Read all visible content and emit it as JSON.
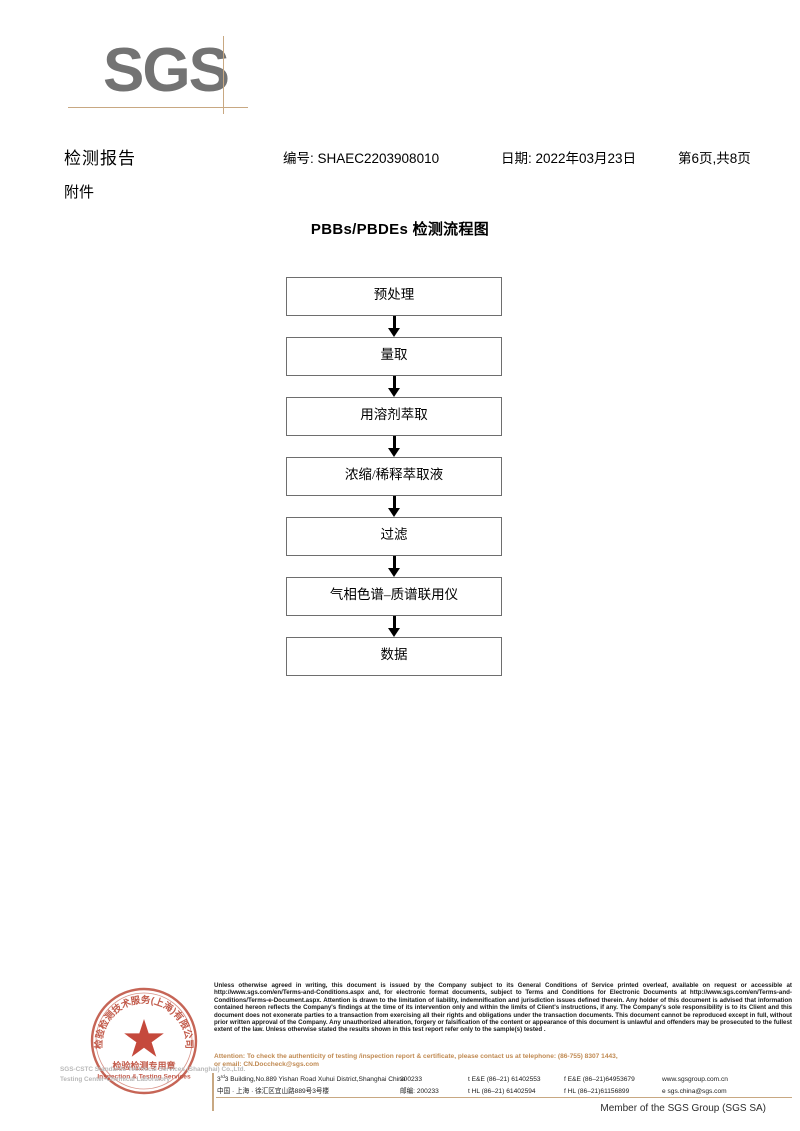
{
  "logo": {
    "text": "SGS"
  },
  "header": {
    "report_title": "检测报告",
    "report_no": "编号: SHAEC2203908010",
    "report_date": "日期: 2022年03月23日",
    "page_info": "第6页,共8页",
    "attachment_label": "附件"
  },
  "flowchart": {
    "title": "PBBs/PBDEs 检测流程图",
    "steps": [
      {
        "label": "预处理"
      },
      {
        "label": "量取"
      },
      {
        "label": "用溶剂萃取"
      },
      {
        "label": "浓缩/稀释萃取液"
      },
      {
        "label": "过滤"
      },
      {
        "label": "气相色谱–质谱联用仪"
      },
      {
        "label": "数据"
      }
    ]
  },
  "seal": {
    "top_text": "检验检测技术服务(上海)有限公司",
    "center_cn": "检验检测专用章",
    "center_en": "Inspection & Testing Services",
    "star": "★",
    "color": "#c0392b"
  },
  "watermark": {
    "line1": "SGS-CSTC Standards Technical Services (Shanghai) Co.,Ltd.",
    "line2": "Testing Center-Chemical Laboratory"
  },
  "footer": {
    "legal": "Unless otherwise agreed in writing, this document is issued by the Company subject to its General Conditions of Service printed overleaf, available on request or accessible at http://www.sgs.com/en/Terms-and-Conditions.aspx and, for electronic format documents, subject to Terms and Conditions for Electronic Documents at http://www.sgs.com/en/Terms-and-Conditions/Terms-e-Document.aspx. Attention is drawn to the limitation of liability, indemnification and jurisdiction issues defined therein. Any holder of this document is advised that information contained hereon reflects the Company's findings at the time of its intervention only and within the limits of Client's instructions, if any. The Company's sole responsibility is to its Client and this document does not exonerate parties to a transaction from exercising all their rights and obligations under the transaction documents. This document cannot be reproduced except in full, without prior written approval of the Company. Any unauthorized alteration, forgery or falsification of the content or appearance of this document is unlawful and offenders may be prosecuted to the fullest extent of the law. Unless otherwise stated the results shown in this test report refer only to the sample(s) tested .",
    "attention_line1": "Attention: To check the authenticity of testing /inspection report & certificate, please contact us at telephone: (86-755) 8307 1443,",
    "attention_line2": "or email: CN.Doccheck@sgs.com",
    "address": {
      "en_street": "3 Building,No.889 Yishan Road Xuhui District,Shanghai China",
      "en_street_sup": "rd",
      "en_zip": "200233",
      "en_tel1": "t E&E (86–21) 61402553",
      "en_tel2": "f E&E (86–21)64953679",
      "web": "www.sgsgroup.com.cn",
      "cn_street": "中国 · 上海 · 徐汇区宜山路889号3号楼",
      "cn_zip_label": "邮编: 200233",
      "cn_tel1": "t HL (86–21) 61402594",
      "cn_tel2": "f HL (86–21)61156899",
      "email": "e  sgs.china@sgs.com"
    },
    "member_line": "Member of the SGS Group (SGS SA)"
  }
}
